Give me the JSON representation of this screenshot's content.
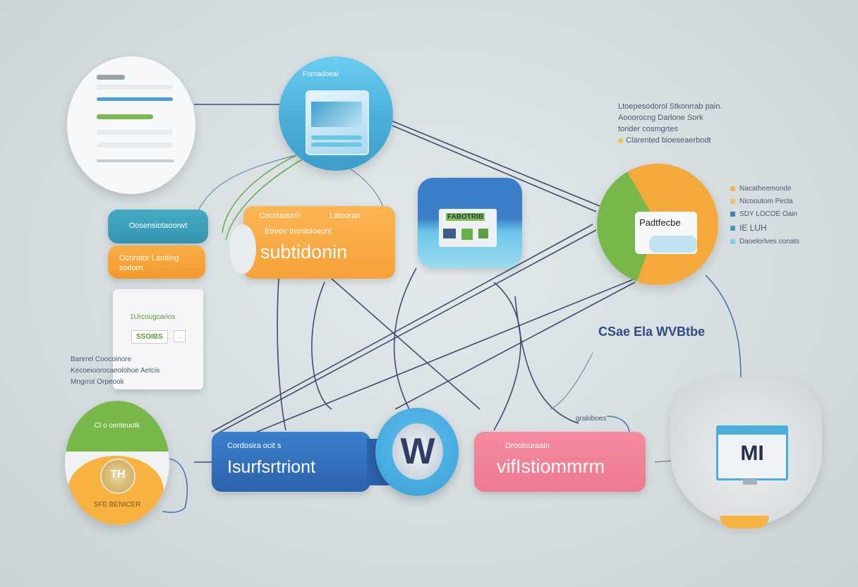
{
  "top_circle": {
    "label": "Fornadoeal"
  },
  "teal_pill": {
    "label": "Oosensiotaoorwt"
  },
  "orange_pill": {
    "line1": "Ocorotor Lantiing",
    "line2": "sodorn"
  },
  "orange_card": {
    "top_left": "Cocotaoonh",
    "top_right": "Latooran",
    "subtitle": "Etreoir tnonloloecnt",
    "title": "subtidonin"
  },
  "blue_square": {
    "screen_label": "FABOTRIB"
  },
  "pie_circle": {
    "label": "Padtfecbe"
  },
  "top_right_text": [
    "Ltoepesodorol Stkonrrab pain.",
    "Aooorocng Darlone Sork",
    "torider cosmgrtes",
    "Clarented bioeseaerbndt"
  ],
  "legend": [
    {
      "label": "Nacatheemonde",
      "color": "#f2b35a"
    },
    {
      "label": "Nicooutom Pecla",
      "color": "#e8c96a"
    },
    {
      "label": "SDY LOCOE Oain",
      "color": "#3a7fb8"
    },
    {
      "label": "IE LUH",
      "color": "#3aa0b0"
    },
    {
      "label": "Daoelorlves conats",
      "color": "#7fd0e8"
    }
  ],
  "white_card": {
    "title": "1Urcougcarios",
    "button": "SSOIBS",
    "small_button": "..."
  },
  "left_text": [
    "Banrrel Coocoinore",
    "Kecoeioorocaeolohoe Aetcis",
    "Mngrrot Orpeook"
  ],
  "brand_text": "CSae Ela WVBtbe",
  "bottom_circle": {
    "top_label": "Cl o oenteuotk",
    "badge": "TH",
    "bottom_label": "SFE BENICER"
  },
  "blue_box": {
    "small": "Cordosira ocit s",
    "title": "Isurfsrtriont"
  },
  "center_logo": "W",
  "pink_box": {
    "small": "Droolouraain",
    "title": "vifIstiommrm",
    "above_label": "grakiboes"
  },
  "monitor": {
    "label": "MI"
  },
  "colors": {
    "teal": "#3aa0b8",
    "orange": "#f6a93b",
    "blue": "#2f6fbd",
    "pink": "#f27f95",
    "green": "#78b84a",
    "sky": "#4fb8e6"
  }
}
